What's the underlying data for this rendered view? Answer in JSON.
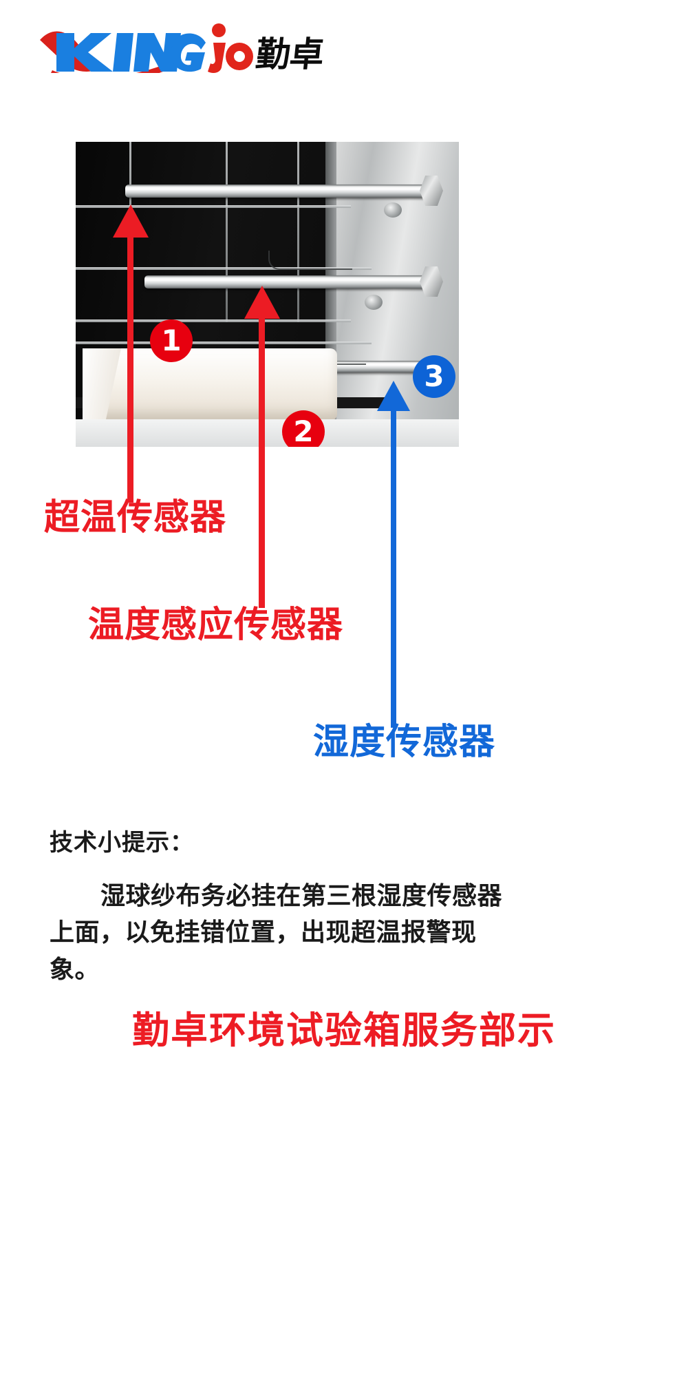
{
  "brand": {
    "logo_latin_king": "KING",
    "logo_latin_jo": "jo",
    "logo_cn": "勤卓",
    "colors": {
      "blue": "#1a7fe0",
      "red": "#d9211c",
      "cn_black": "#0c0c0c"
    }
  },
  "photo": {
    "alt": "环境试验箱内部三根传感器照片",
    "markers": [
      {
        "id": "1",
        "number": "1",
        "color": "#e7000f",
        "points_to": "over-temperature-sensor"
      },
      {
        "id": "2",
        "number": "2",
        "color": "#e7000f",
        "points_to": "temperature-sensing-sensor"
      },
      {
        "id": "3",
        "number": "3",
        "color": "#0d63d6",
        "points_to": "humidity-sensor"
      }
    ]
  },
  "callouts": [
    {
      "id": "over-temperature-sensor",
      "marker": "1",
      "label": "超温传感器",
      "color": "#ec1c24"
    },
    {
      "id": "temperature-sensing-sensor",
      "marker": "2",
      "label": "温度感应传感器",
      "color": "#ec1c24"
    },
    {
      "id": "humidity-sensor",
      "marker": "3",
      "label": "湿度传感器",
      "color": "#1268d8"
    }
  ],
  "tip": {
    "heading": "技术小提示：",
    "body": "湿球纱布务必挂在第三根湿度传感器上面，以免挂错位置，出现超温报警现象。"
  },
  "footer": {
    "text": "勤卓环境试验箱服务部示",
    "color": "#ed1c24"
  }
}
